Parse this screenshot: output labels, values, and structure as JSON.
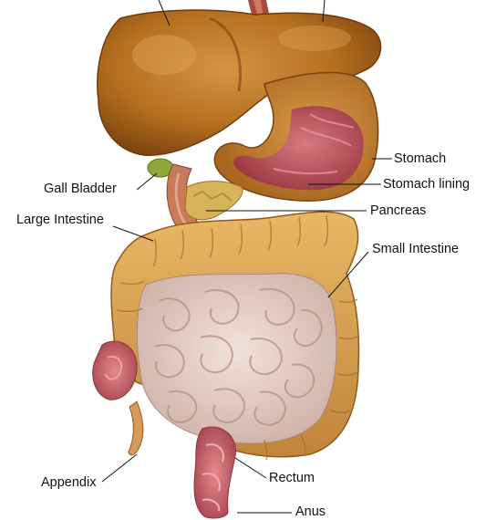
{
  "labels": {
    "stomach": "Stomach",
    "stomach_lining": "Stomach lining",
    "gall_bladder": "Gall Bladder",
    "pancreas": "Pancreas",
    "large_intestine": "Large Intestine",
    "small_intestine": "Small Intestine",
    "appendix": "Appendix",
    "rectum": "Rectum",
    "anus": "Anus"
  },
  "colors": {
    "liver": "#b9731e",
    "liver_shadow": "#7a420e",
    "stomach_outer": "#c58737",
    "stomach_lining": "#b84a55",
    "large_intestine": "#d9a24e",
    "small_intestine": "#e7d2c9",
    "small_intestine_fold": "#b99288",
    "gall_bladder": "#8ea83a",
    "pancreas": "#d7b35a",
    "rectum": "#c85a62",
    "leader_line": "#111111"
  }
}
